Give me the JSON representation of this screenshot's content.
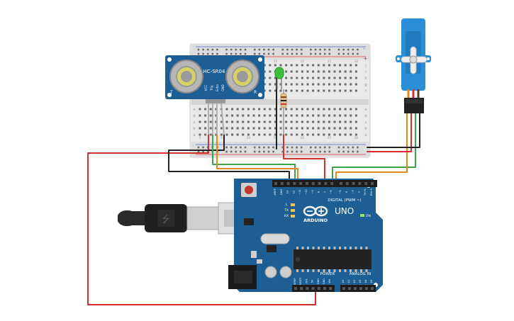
{
  "sensor": {
    "model": "HC-SR04",
    "left_mark": "T",
    "right_mark": "R",
    "pins": [
      "VCC",
      "Trig",
      "Echo",
      "GND"
    ]
  },
  "breadboard": {
    "rail_plus": "+",
    "rail_minus": "-",
    "row_letters_top": [
      "j",
      "i",
      "h",
      "g",
      "f"
    ],
    "row_letters_bottom": [
      "e",
      "d",
      "c",
      "b",
      "a"
    ],
    "column_labels": [
      "1",
      "5",
      "10",
      "15",
      "20",
      "25",
      "30"
    ]
  },
  "arduino": {
    "brand": "ARDUINO",
    "model": "UNO",
    "digital_label": "DIGITAL (PWM ~)",
    "digital_pins": [
      "AREF",
      "GND",
      "13",
      "12",
      "~11",
      "~10",
      "~9",
      "8",
      "7",
      "~6",
      "~5",
      "4",
      "~3",
      "2",
      "TX→1",
      "RX←0"
    ],
    "power_label": "POWER",
    "power_pins": [
      "IOREF",
      "RESET",
      "3V3",
      "5V",
      "GND",
      "GND",
      "VIN"
    ],
    "analog_label": "ANALOG IN",
    "analog_pins": [
      "A0",
      "A1",
      "A2",
      "A3",
      "A4",
      "A5"
    ],
    "indicators": [
      "L",
      "TX",
      "RX"
    ],
    "on_label": "ON"
  },
  "colors": {
    "board": "#1d5f94",
    "wire_red": "#d32f2f",
    "wire_black": "#222222",
    "wire_green": "#3aa64a",
    "wire_orange": "#e08a1e",
    "led": "#3cbf3c",
    "servo": "#2a8fd6"
  }
}
